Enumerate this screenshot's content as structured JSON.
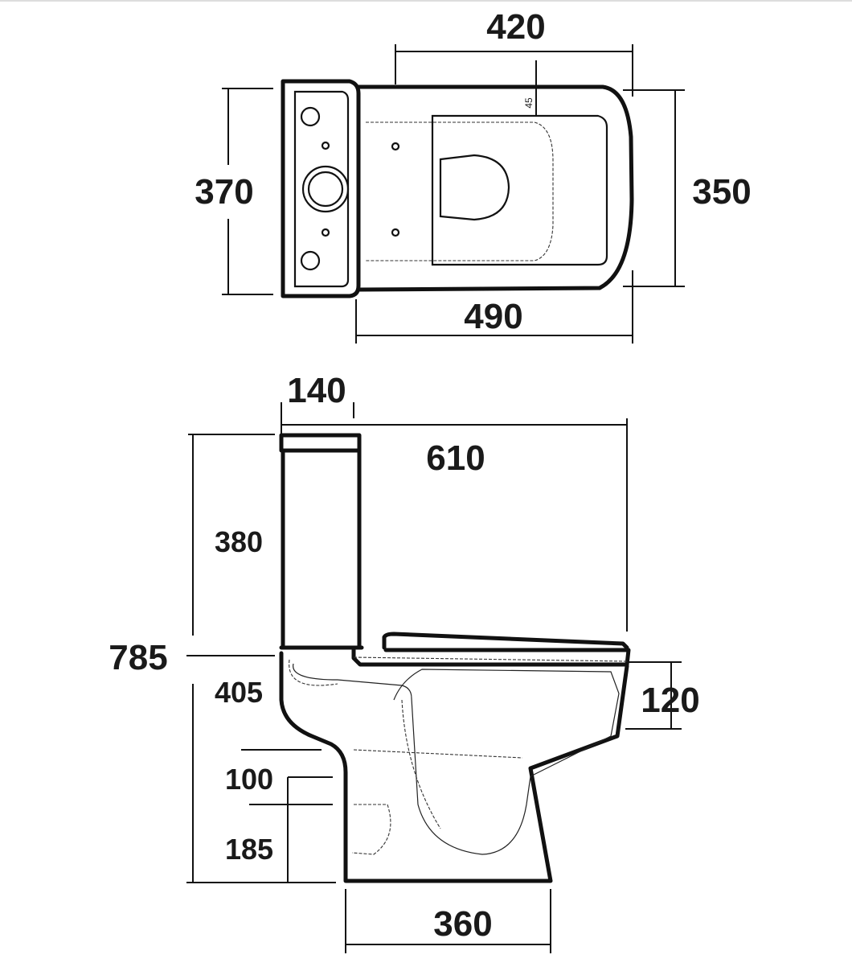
{
  "diagram": {
    "top_view": {
      "bowl_length": "420",
      "total_width": "370",
      "bowl_width": "350",
      "pan_length": "490",
      "seat_offset": "45"
    },
    "side_view": {
      "cistern_depth": "140",
      "total_length": "610",
      "cistern_height": "380",
      "total_height": "785",
      "pan_height": "405",
      "seat_thickness": "120",
      "outlet_dim_a": "100",
      "outlet_dim_b": "185",
      "base_width": "360"
    }
  }
}
